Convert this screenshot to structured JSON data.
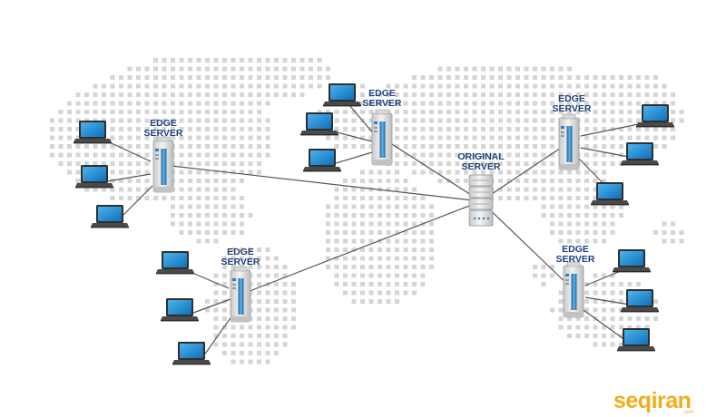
{
  "nodes": {
    "origin": {
      "line1": "ORIGINAL",
      "line2": "SERVER"
    },
    "edge_left": {
      "line1": "EDGE",
      "line2": "SERVER"
    },
    "edge_top": {
      "line1": "EDGE",
      "line2": "SERVER"
    },
    "edge_bottom": {
      "line1": "EDGE",
      "line2": "SERVER"
    },
    "edge_right_top": {
      "line1": "EDGE",
      "line2": "SERVER"
    },
    "edge_right_bottom": {
      "line1": "EDGE",
      "line2": "SERVER"
    }
  },
  "links": [
    {
      "from": "edge_left",
      "to": "origin"
    },
    {
      "from": "edge_top",
      "to": "origin"
    },
    {
      "from": "edge_bottom",
      "to": "origin"
    },
    {
      "from": "edge_right_top",
      "to": "origin"
    },
    {
      "from": "edge_right_bottom",
      "to": "origin"
    }
  ],
  "colors": {
    "label": "#1f3f78",
    "server_body": "#e6e6e6",
    "server_accent": "#2a7fc7",
    "laptop_screen": "#1e8fd6",
    "link_line": "#555555",
    "map_dots": "#d5d5d5",
    "logo": "#f2ad1b"
  },
  "logo": {
    "text": "seqiran",
    "sub": ".com"
  }
}
